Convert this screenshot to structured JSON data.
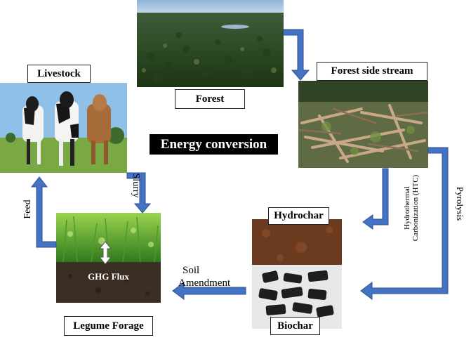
{
  "center_title": "Energy conversion",
  "nodes": {
    "forest": "Forest",
    "forest_side_stream": "Forest side stream",
    "livestock": "Livestock",
    "hydrochar": "Hydrochar",
    "biochar": "Biochar",
    "legume_forage": "Legume Forage"
  },
  "edges": {
    "slurry": "Slurry",
    "feed": "Feed",
    "htc_line1": "Hydrothermal",
    "htc_line2": "Carbonization (HTC)",
    "pyrolysis": "Pyrolysis",
    "soil_line1": "Soil",
    "soil_line2": "Amendment"
  },
  "ghg_flux": "GHG Flux",
  "colors": {
    "arrow_fill": "#4472C4",
    "arrow_stroke": "#2F528F"
  }
}
